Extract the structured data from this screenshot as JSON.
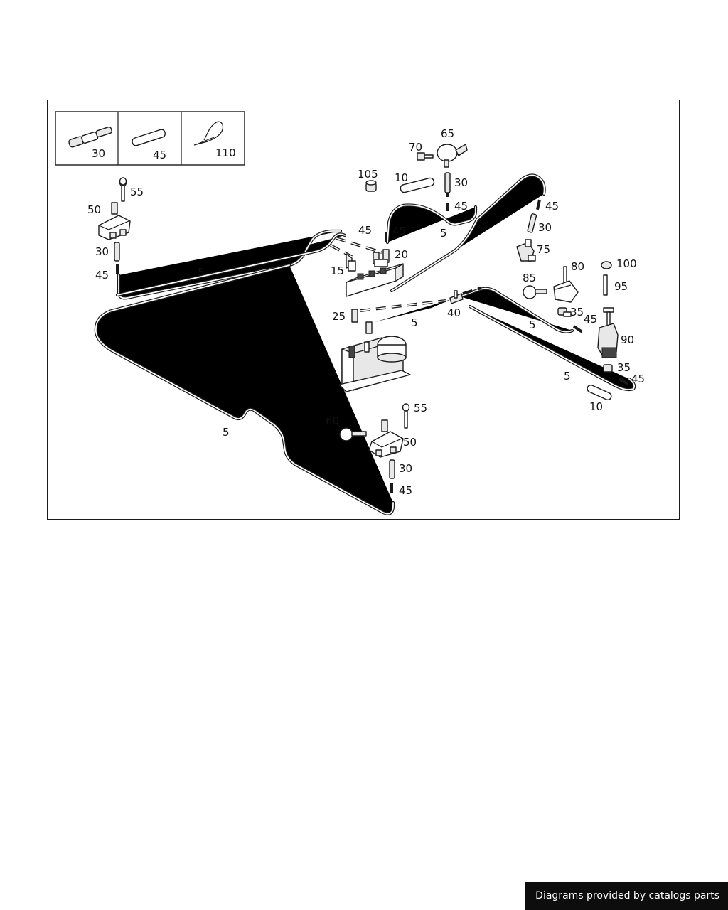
{
  "legend": [
    {
      "label": "30"
    },
    {
      "label": "45"
    },
    {
      "label": "110"
    }
  ],
  "callouts": {
    "c55a": "55",
    "c50a": "50",
    "c30a": "30",
    "c45a": "45",
    "c5a": "5",
    "c105": "105",
    "c10a": "10",
    "c70": "70",
    "c65": "65",
    "c30b": "30",
    "c45b": "45",
    "c45c": "45",
    "c45d": "45",
    "c5b": "5",
    "c20": "20",
    "c15": "15",
    "c45e": "45",
    "c30c": "30",
    "c75": "75",
    "c85": "85",
    "c80": "80",
    "c100": "100",
    "c95": "95",
    "c35a": "35",
    "c45f": "45",
    "c25": "25",
    "c40": "40",
    "c5c": "5",
    "c5d": "5",
    "c90": "90",
    "c35b": "35",
    "c45g": "45",
    "c5e": "5",
    "c10b": "10",
    "c5f": "5",
    "c60": "60",
    "c55b": "55",
    "c50b": "50",
    "c30d": "30",
    "c45h": "45"
  },
  "credit": "Diagrams provided by catalogs parts"
}
